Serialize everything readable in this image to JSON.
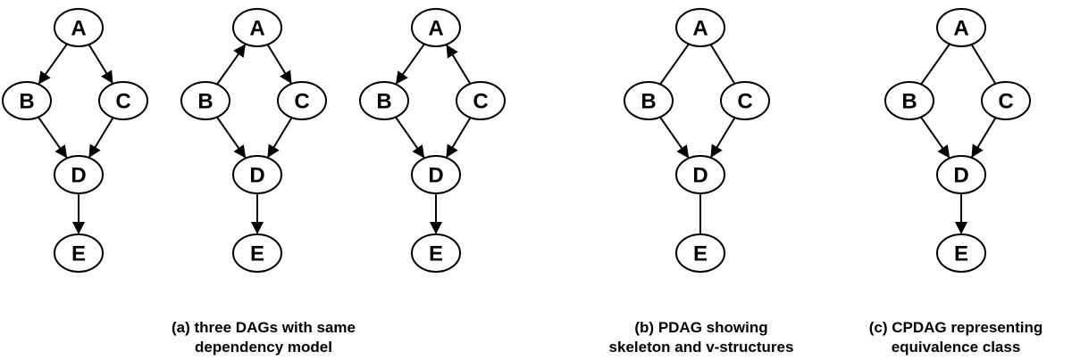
{
  "panels": [
    {
      "id": "dag1",
      "nodes": [
        "A",
        "B",
        "C",
        "D",
        "E"
      ],
      "edges": [
        [
          "A",
          "B",
          "directed"
        ],
        [
          "A",
          "C",
          "directed"
        ],
        [
          "B",
          "D",
          "directed"
        ],
        [
          "C",
          "D",
          "directed"
        ],
        [
          "D",
          "E",
          "directed"
        ]
      ]
    },
    {
      "id": "dag2",
      "nodes": [
        "A",
        "B",
        "C",
        "D",
        "E"
      ],
      "edges": [
        [
          "B",
          "A",
          "directed"
        ],
        [
          "A",
          "C",
          "directed"
        ],
        [
          "B",
          "D",
          "directed"
        ],
        [
          "C",
          "D",
          "directed"
        ],
        [
          "D",
          "E",
          "directed"
        ]
      ]
    },
    {
      "id": "dag3",
      "nodes": [
        "A",
        "B",
        "C",
        "D",
        "E"
      ],
      "edges": [
        [
          "A",
          "B",
          "directed"
        ],
        [
          "C",
          "A",
          "directed"
        ],
        [
          "B",
          "D",
          "directed"
        ],
        [
          "C",
          "D",
          "directed"
        ],
        [
          "D",
          "E",
          "directed"
        ]
      ]
    },
    {
      "id": "pdag",
      "nodes": [
        "A",
        "B",
        "C",
        "D",
        "E"
      ],
      "edges": [
        [
          "A",
          "B",
          "undirected"
        ],
        [
          "A",
          "C",
          "undirected"
        ],
        [
          "B",
          "D",
          "directed"
        ],
        [
          "C",
          "D",
          "directed"
        ],
        [
          "D",
          "E",
          "undirected"
        ]
      ]
    },
    {
      "id": "cpdag",
      "nodes": [
        "A",
        "B",
        "C",
        "D",
        "E"
      ],
      "edges": [
        [
          "A",
          "B",
          "undirected"
        ],
        [
          "A",
          "C",
          "undirected"
        ],
        [
          "B",
          "D",
          "directed"
        ],
        [
          "C",
          "D",
          "directed"
        ],
        [
          "D",
          "E",
          "directed"
        ]
      ]
    }
  ],
  "captions": {
    "a": {
      "line1": "(a) three DAGs with same",
      "line2": "dependency model"
    },
    "b": {
      "line1": "(b) PDAG showing",
      "line2": "skeleton and v-structures"
    },
    "c": {
      "line1": "(c) CPDAG representing",
      "line2": "equivalence class"
    }
  }
}
